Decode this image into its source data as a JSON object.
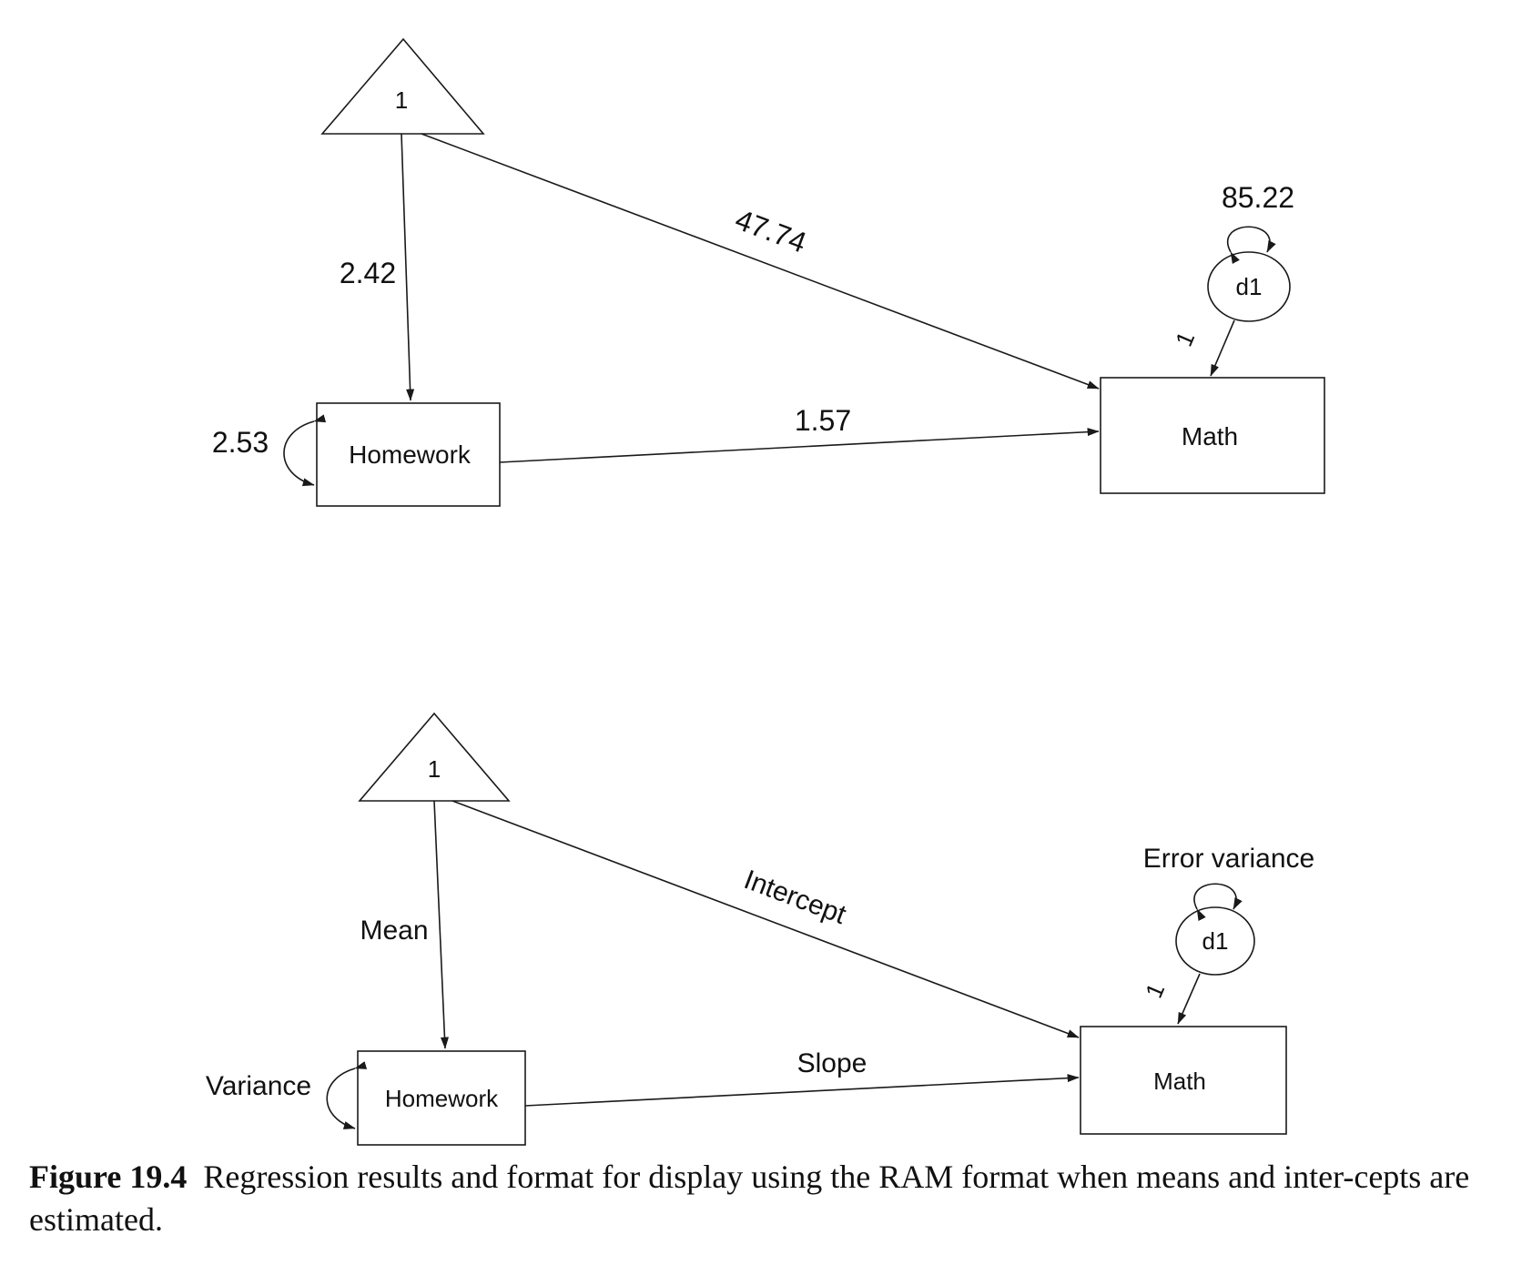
{
  "colors": {
    "stroke": "#1a1a1a",
    "text": "#111111",
    "background": "#ffffff"
  },
  "top_diagram": {
    "constant_label": "1",
    "predictor_label": "Homework",
    "outcome_label": "Math",
    "disturbance_label": "d1",
    "mean_value": "2.42",
    "variance_value": "2.53",
    "intercept_value": "47.74",
    "slope_value": "1.57",
    "error_variance_value": "85.22",
    "disturbance_path_value": "1"
  },
  "bottom_diagram": {
    "constant_label": "1",
    "predictor_label": "Homework",
    "outcome_label": "Math",
    "disturbance_label": "d1",
    "mean_label": "Mean",
    "variance_label": "Variance",
    "intercept_label": "Intercept",
    "slope_label": "Slope",
    "error_variance_label": "Error variance",
    "disturbance_path_value": "1"
  },
  "caption": {
    "figure_label": "Figure 19.4",
    "text": "Regression results and format for display using the RAM format when means and inter-cepts are estimated."
  }
}
